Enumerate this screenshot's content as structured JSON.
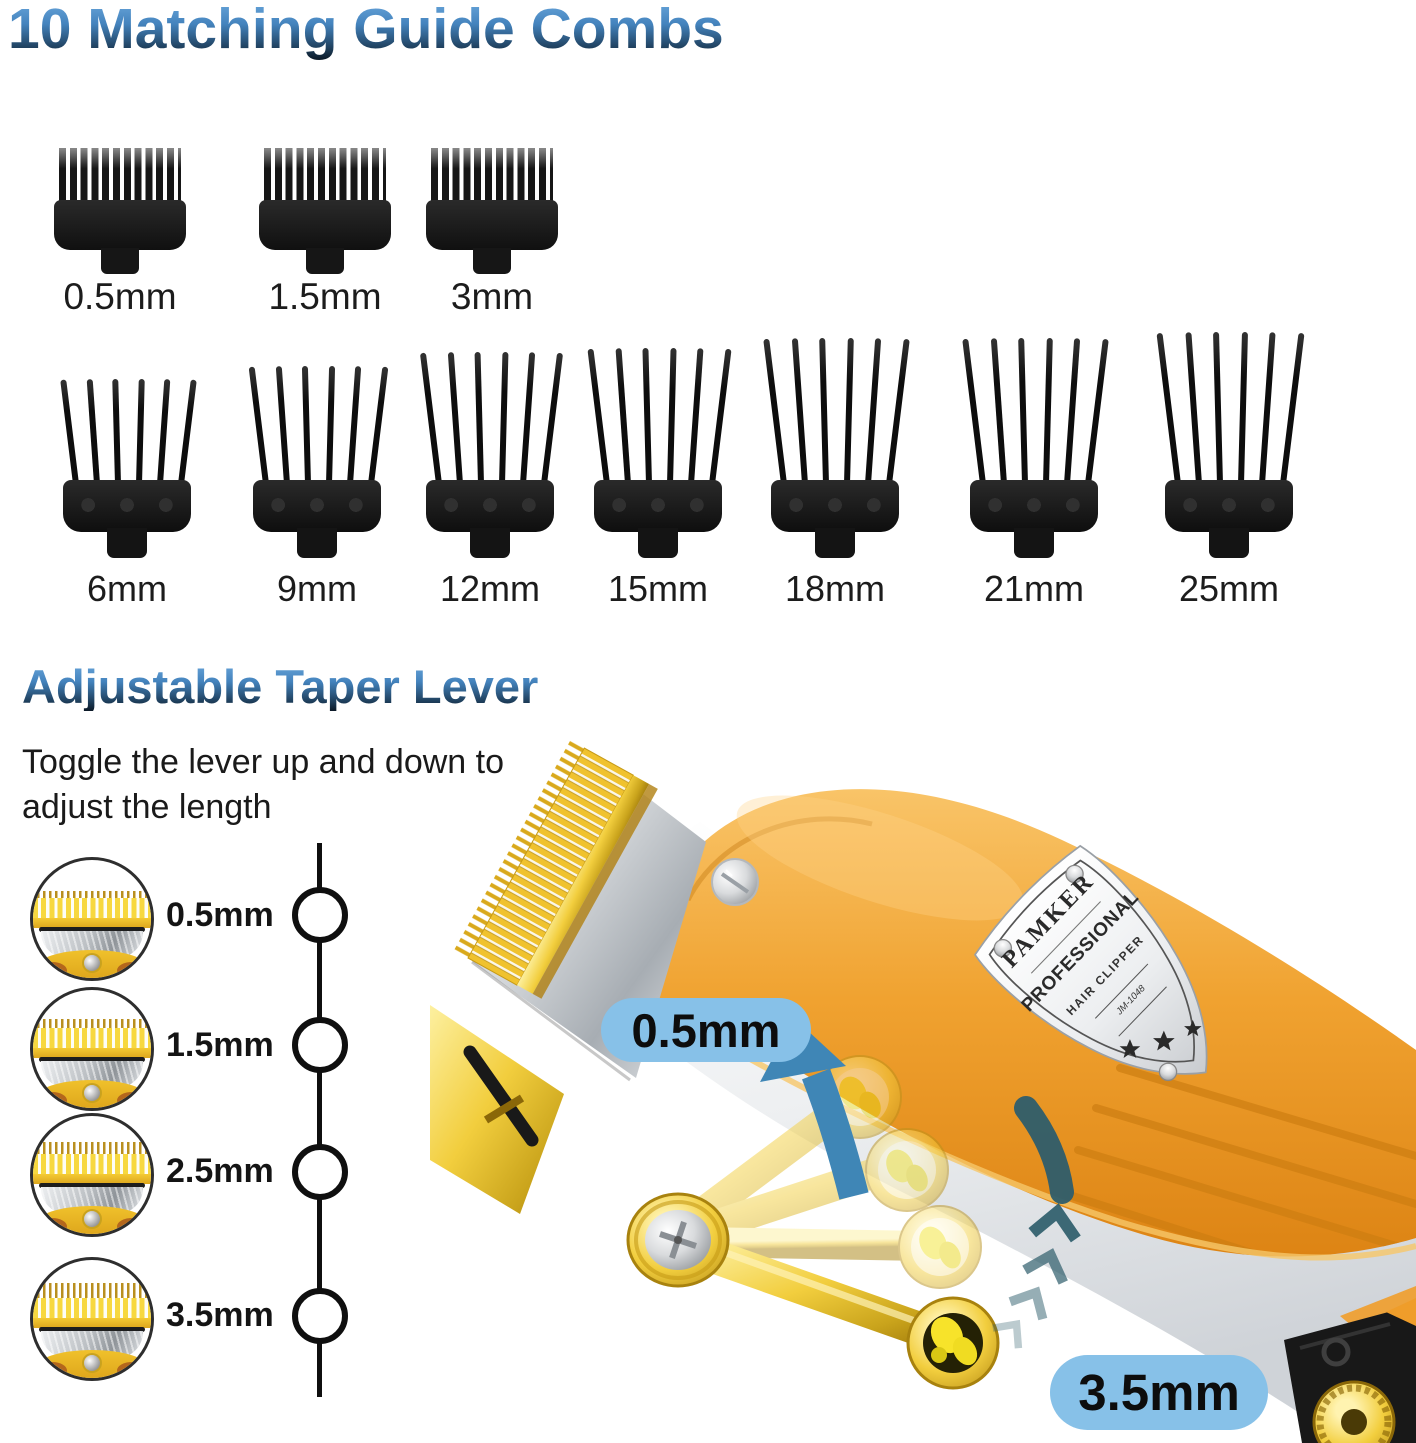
{
  "heading1": "10  Matching Guide Combs",
  "section2": {
    "heading": "Adjustable Taper Lever",
    "instruction": "Toggle the lever up and down to\nadjust the length"
  },
  "combs": {
    "small": [
      {
        "label": "0.5mm"
      },
      {
        "label": "1.5mm"
      },
      {
        "label": "3mm"
      }
    ],
    "large": [
      {
        "label": "6mm"
      },
      {
        "label": "9mm"
      },
      {
        "label": "12mm"
      },
      {
        "label": "15mm"
      },
      {
        "label": "18mm"
      },
      {
        "label": "21mm"
      },
      {
        "label": "25mm"
      }
    ]
  },
  "taper_lever": {
    "positions": [
      {
        "label": "0.5mm"
      },
      {
        "label": "1.5mm"
      },
      {
        "label": "2.5mm"
      },
      {
        "label": "3.5mm"
      }
    ]
  },
  "clipper": {
    "brand": "PAMKER",
    "label_line1": "PROFESSIONAL",
    "label_line2": "HAIR CLIPPER",
    "model": "JM-1048",
    "callout_min": "0.5mm",
    "callout_max": "3.5mm"
  },
  "colors": {
    "heading_gradient_top": "#6aa7dc",
    "heading_gradient_bottom": "#0b1826",
    "callout_pill_blue": "#87c1e8",
    "clipper_orange": "#ef9d2a",
    "gold": "#f2ce3e",
    "arrow_blue": "#3f86b6",
    "chevron_teal": "#2e5d6b",
    "comb_black": "#151515"
  }
}
